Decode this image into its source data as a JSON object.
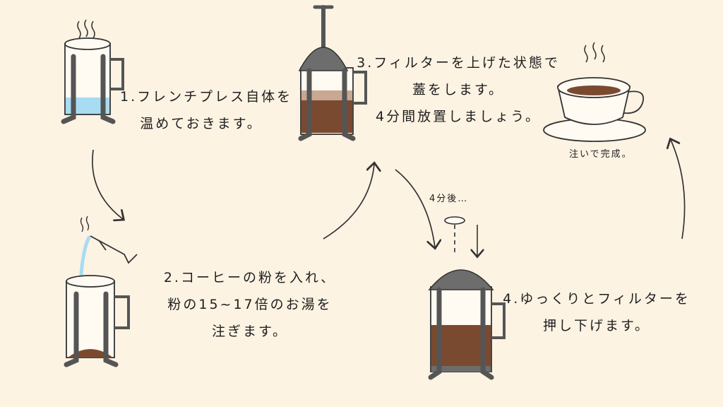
{
  "steps": [
    {
      "lines": [
        "1.フレンチプレス自体を",
        "温めておきます。"
      ]
    },
    {
      "lines": [
        "2.コーヒーの粉を入れ、",
        "粉の15~17倍のお湯を",
        "注ぎます。"
      ]
    },
    {
      "lines": [
        "3.フィルターを上げた状態で",
        "蓋をします。",
        "4分間放置しましょう。"
      ]
    },
    {
      "lines": [
        "4.ゆっくりとフィルターを",
        "押し下げます。"
      ]
    }
  ],
  "annotations": {
    "wait": "4分後…",
    "done": "注いで完成。"
  },
  "colors": {
    "background": "#fdf3e3",
    "outline": "#333333",
    "metal": "#6d6d6d",
    "water": "#a8dcf2",
    "coffee": "#7a4a30",
    "foam": "#c8a892"
  }
}
